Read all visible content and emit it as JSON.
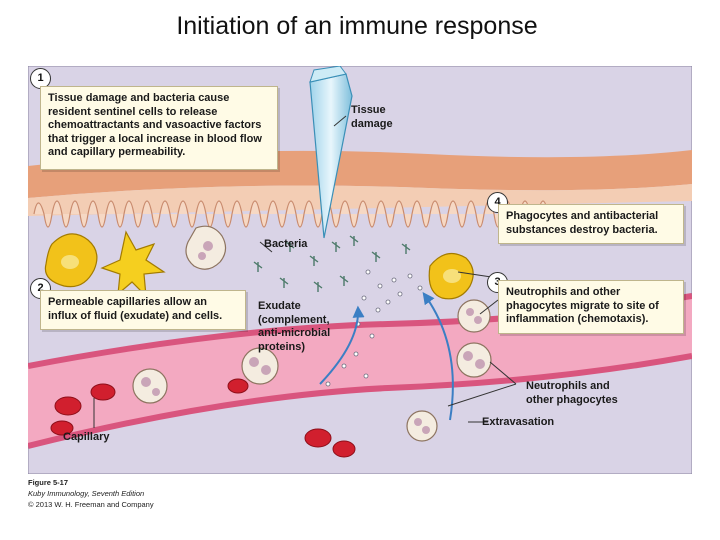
{
  "title": "Initiation of an immune response",
  "steps": [
    {
      "number": "1",
      "text": "Tissue damage and bacteria cause resident sentinel cells to release chemoattractants and vasoactive factors that trigger a local increase in blood flow and capillary permeability."
    },
    {
      "number": "2",
      "text": "Permeable capillaries allow an influx of fluid (exudate) and cells."
    },
    {
      "number": "3",
      "text": "Neutrophils and other phagocytes migrate to site of inflammation (chemotaxis)."
    },
    {
      "number": "4",
      "text": "Phagocytes and antibacterial substances destroy bacteria."
    }
  ],
  "labels": {
    "tissue_damage": "Tissue\ndamage",
    "bacteria": "Bacteria",
    "exudate": "Exudate\n(complement,\nanti-microbial\nproteins)",
    "neutrophils": "Neutrophils and\nother phagocytes",
    "extravasation": "Extravasation",
    "capillary": "Capillary"
  },
  "caption": {
    "figure": "Figure 5-17",
    "book": "Kuby Immunology, Seventh Edition",
    "copyright": "© 2013 W. H. Freeman and Company"
  },
  "colors": {
    "background_panel": "#d9d3e6",
    "skin_surface": "#e7a07a",
    "skin_dermis": "#f3cdb4",
    "capillary_lumen": "#f3a9c1",
    "capillary_wall": "#d9557e",
    "red_blood_cell": "#d11f2e",
    "callout_fill": "#fffbe6",
    "arrow": "#3b7fc4"
  }
}
